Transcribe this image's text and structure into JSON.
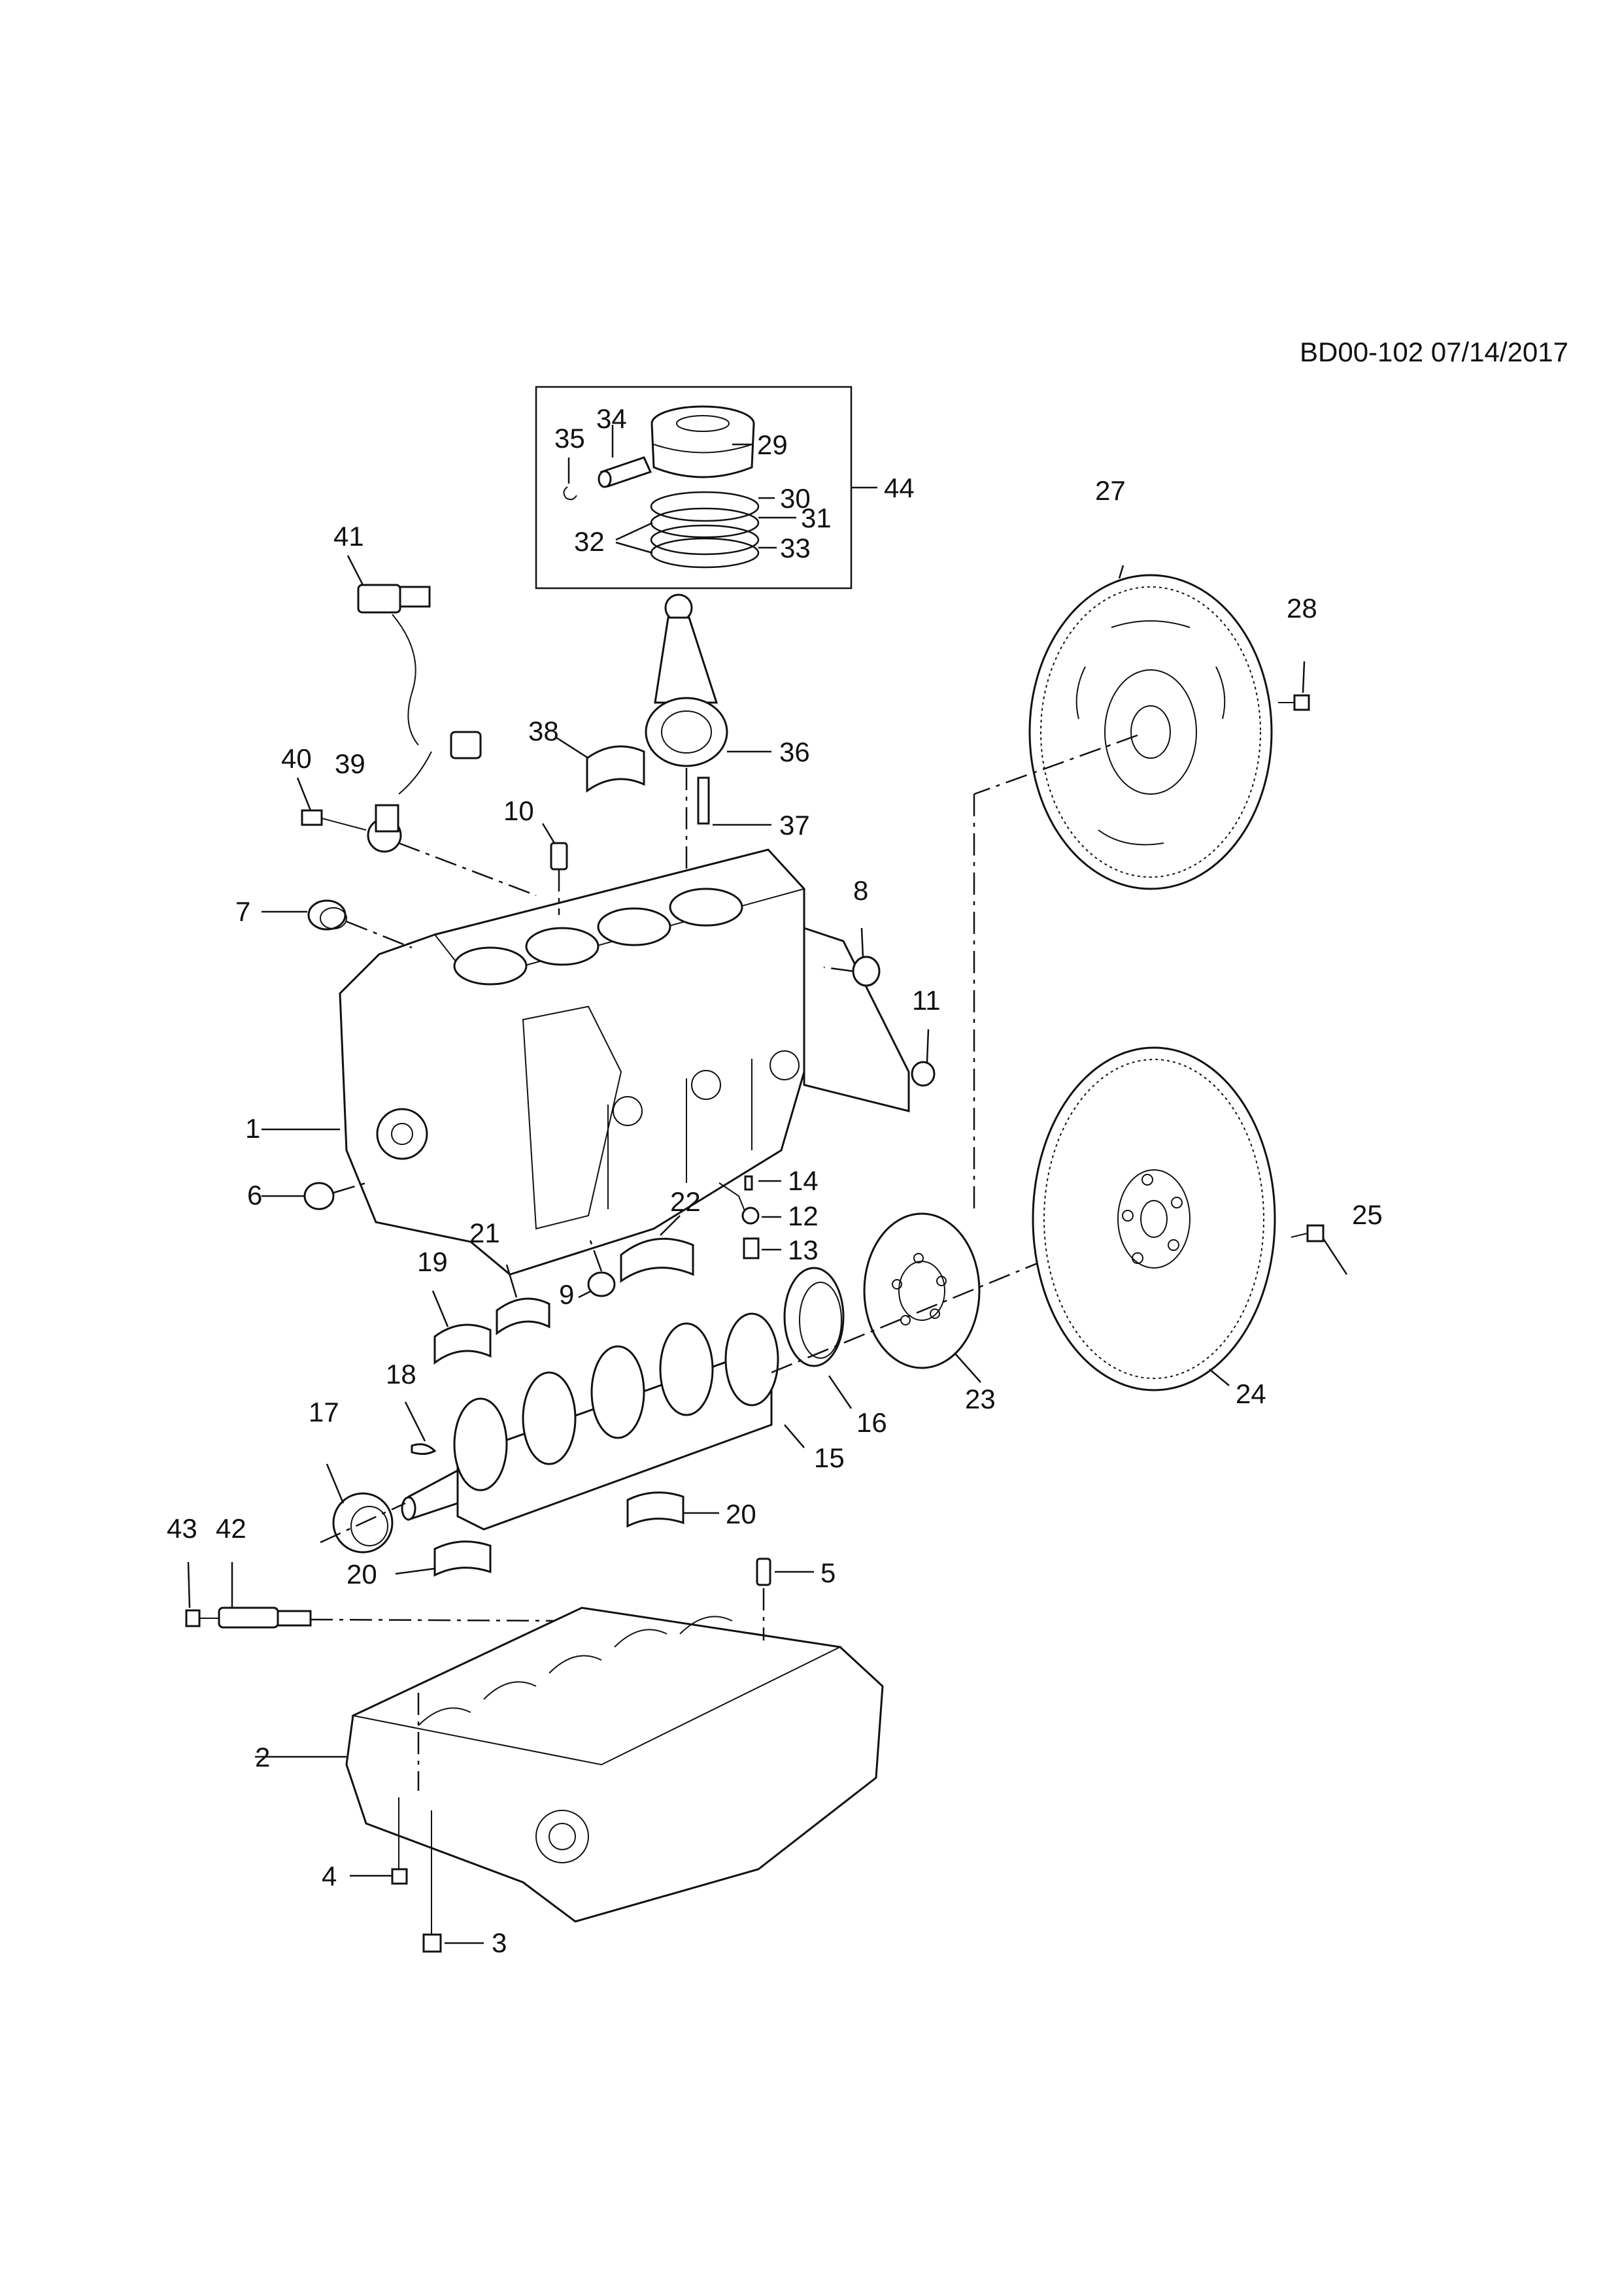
{
  "reference": "BD00-102 07/14/2017",
  "callouts": {
    "c1": "1",
    "c2": "2",
    "c3": "3",
    "c4": "4",
    "c5": "5",
    "c6": "6",
    "c7": "7",
    "c8": "8",
    "c9": "9",
    "c10": "10",
    "c11": "11",
    "c12": "12",
    "c13": "13",
    "c14": "14",
    "c15": "15",
    "c16": "16",
    "c17": "17",
    "c18": "18",
    "c19": "19",
    "c20a": "20",
    "c20b": "20",
    "c21": "21",
    "c22": "22",
    "c23": "23",
    "c24": "24",
    "c25": "25",
    "c27": "27",
    "c28": "28",
    "c29": "29",
    "c30": "30",
    "c31": "31",
    "c32": "32",
    "c33": "33",
    "c34": "34",
    "c35": "35",
    "c36": "36",
    "c37": "37",
    "c38": "38",
    "c39": "39",
    "c40": "40",
    "c41": "41",
    "c42": "42",
    "c43": "43",
    "c44": "44"
  }
}
